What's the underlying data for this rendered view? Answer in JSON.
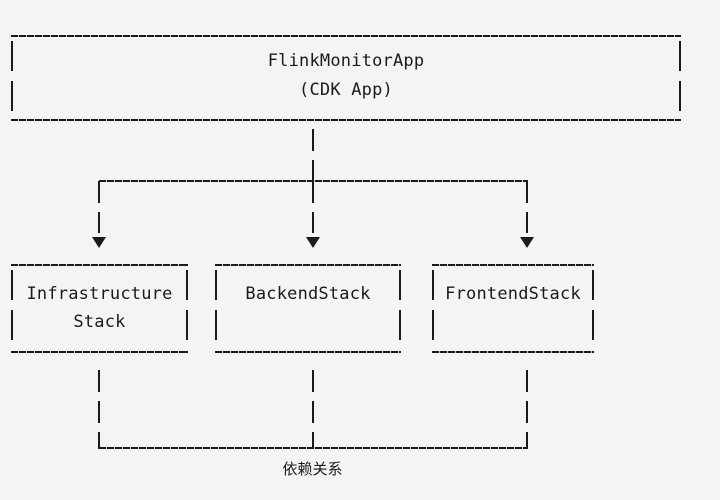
{
  "diagram": {
    "type": "architecture-hierarchy",
    "background_color": "#f4f4f4",
    "line_color": "#1a1a1a",
    "root": {
      "title": "FlinkMonitorApp",
      "subtitle": "(CDK App)"
    },
    "children": [
      {
        "line1": "Infrastructure",
        "line2": "Stack"
      },
      {
        "line1": "BackendStack",
        "line2": ""
      },
      {
        "line1": "FrontendStack",
        "line2": ""
      }
    ],
    "dependency_label": "依赖关系"
  }
}
